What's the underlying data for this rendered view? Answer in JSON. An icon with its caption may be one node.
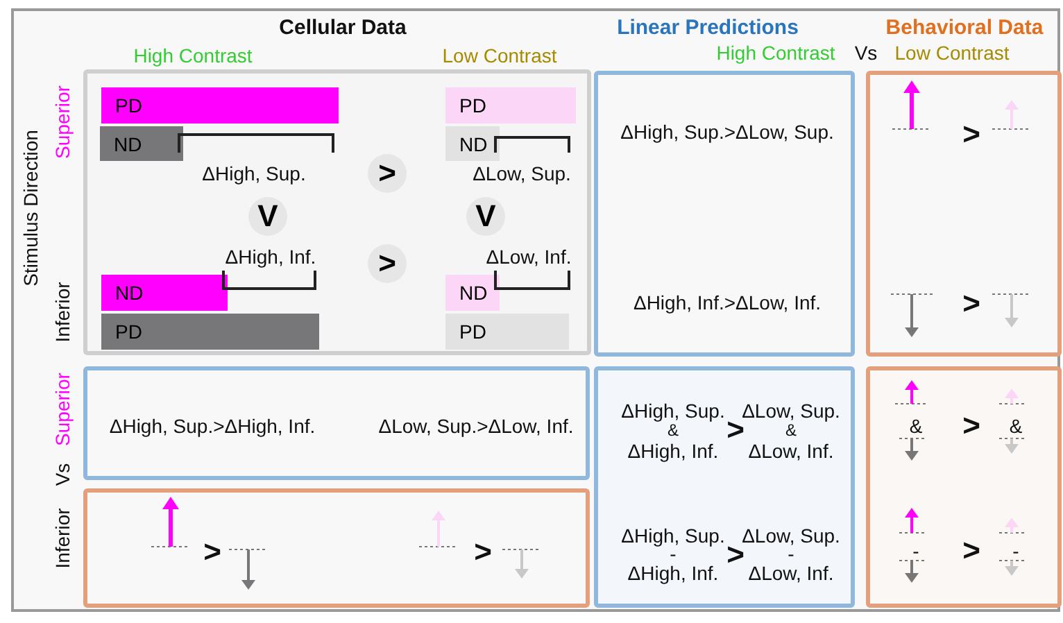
{
  "diagram": {
    "nodes": [
      {
        "text": [],
        "shape": "box"
      },
      {
        "text": [
          "PD"
        ],
        "in": 0
      },
      {
        "text": [
          "ND"
        ],
        "in": 0
      },
      {
        "text": [
          "PD"
        ],
        "in": 0
      },
      {
        "text": [
          "ND"
        ],
        "in": 0
      },
      {
        "text": [
          ">"
        ],
        "in": 0
      },
      {
        "text": [
          "V"
        ],
        "in": 0
      },
      {
        "text": [
          "V"
        ],
        "in": 0
      },
      {
        "text": [
          ">"
        ],
        "in": 0
      },
      {
        "text": [
          "ND"
        ],
        "in": 0
      },
      {
        "text": [
          "PD"
        ],
        "in": 0
      },
      {
        "text": [
          "ND"
        ],
        "in": 0
      },
      {
        "text": [
          "PD"
        ],
        "in": 0
      },
      {
        "text": [
          "ΔHigh, Sup.>ΔLow, Sup.",
          "ΔHigh, Inf.>ΔLow, Inf."
        ]
      },
      {
        "text": [
          ">",
          ">"
        ]
      },
      {
        "text": [
          "ΔHigh, Sup.>ΔHigh, Inf.",
          "ΔLow, Sup.>ΔLow, Inf."
        ]
      },
      {
        "text": [
          ">",
          ">"
        ]
      },
      {
        "text": [
          "ΔHigh, Sup.",
          "&",
          "ΔHigh, Inf.",
          ">",
          "ΔLow, Sup.",
          "&",
          "ΔLow, Inf.",
          "ΔHigh, Sup.",
          "-",
          "ΔHigh, Inf.",
          ">",
          "ΔLow, Sup.",
          "-",
          "ΔLow, Inf."
        ]
      },
      {
        "text": [
          "&",
          ">",
          "&",
          "-",
          ">",
          "-"
        ]
      }
    ],
    "labels": [
      "Cellular Data",
      "Linear Predictions",
      "Behavioral Data",
      "High Contrast",
      "Low Contrast",
      "High Contrast",
      "Vs",
      "Low Contrast",
      "Stimulus Direction",
      "Superior",
      "Inferior",
      "ΔHigh, Sup.",
      "ΔLow, Sup.",
      "ΔHigh, Inf.",
      "ΔLow, Inf.",
      "Superior",
      "Vs",
      "Inferior"
    ]
  }
}
